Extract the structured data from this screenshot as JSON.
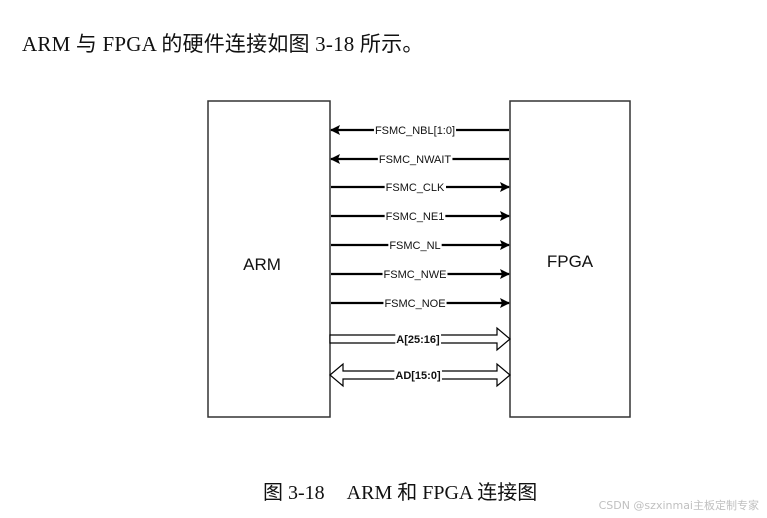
{
  "intro_text": "ARM 与 FPGA 的硬件连接如图 3-18 所示。",
  "diagram": {
    "left_block": {
      "label": "ARM"
    },
    "right_block": {
      "label": "FPGA"
    },
    "signals": [
      {
        "name": "FSMC_NBL[1:0]",
        "direction": "to-left",
        "kind": "line"
      },
      {
        "name": "FSMC_NWAIT",
        "direction": "to-left",
        "kind": "line"
      },
      {
        "name": "FSMC_CLK",
        "direction": "to-right",
        "kind": "line"
      },
      {
        "name": "FSMC_NE1",
        "direction": "to-right",
        "kind": "line"
      },
      {
        "name": "FSMC_NL",
        "direction": "to-right",
        "kind": "line"
      },
      {
        "name": "FSMC_NWE",
        "direction": "to-right",
        "kind": "line"
      },
      {
        "name": "FSMC_NOE",
        "direction": "to-right",
        "kind": "line"
      },
      {
        "name": "A[25:16]",
        "direction": "to-right",
        "kind": "bus"
      },
      {
        "name": "AD[15:0]",
        "direction": "bidirectional",
        "kind": "bus"
      }
    ]
  },
  "caption": {
    "number": "图 3-18",
    "text": "ARM 和 FPGA 连接图"
  },
  "watermark": "CSDN @szxinmai主板定制专家"
}
